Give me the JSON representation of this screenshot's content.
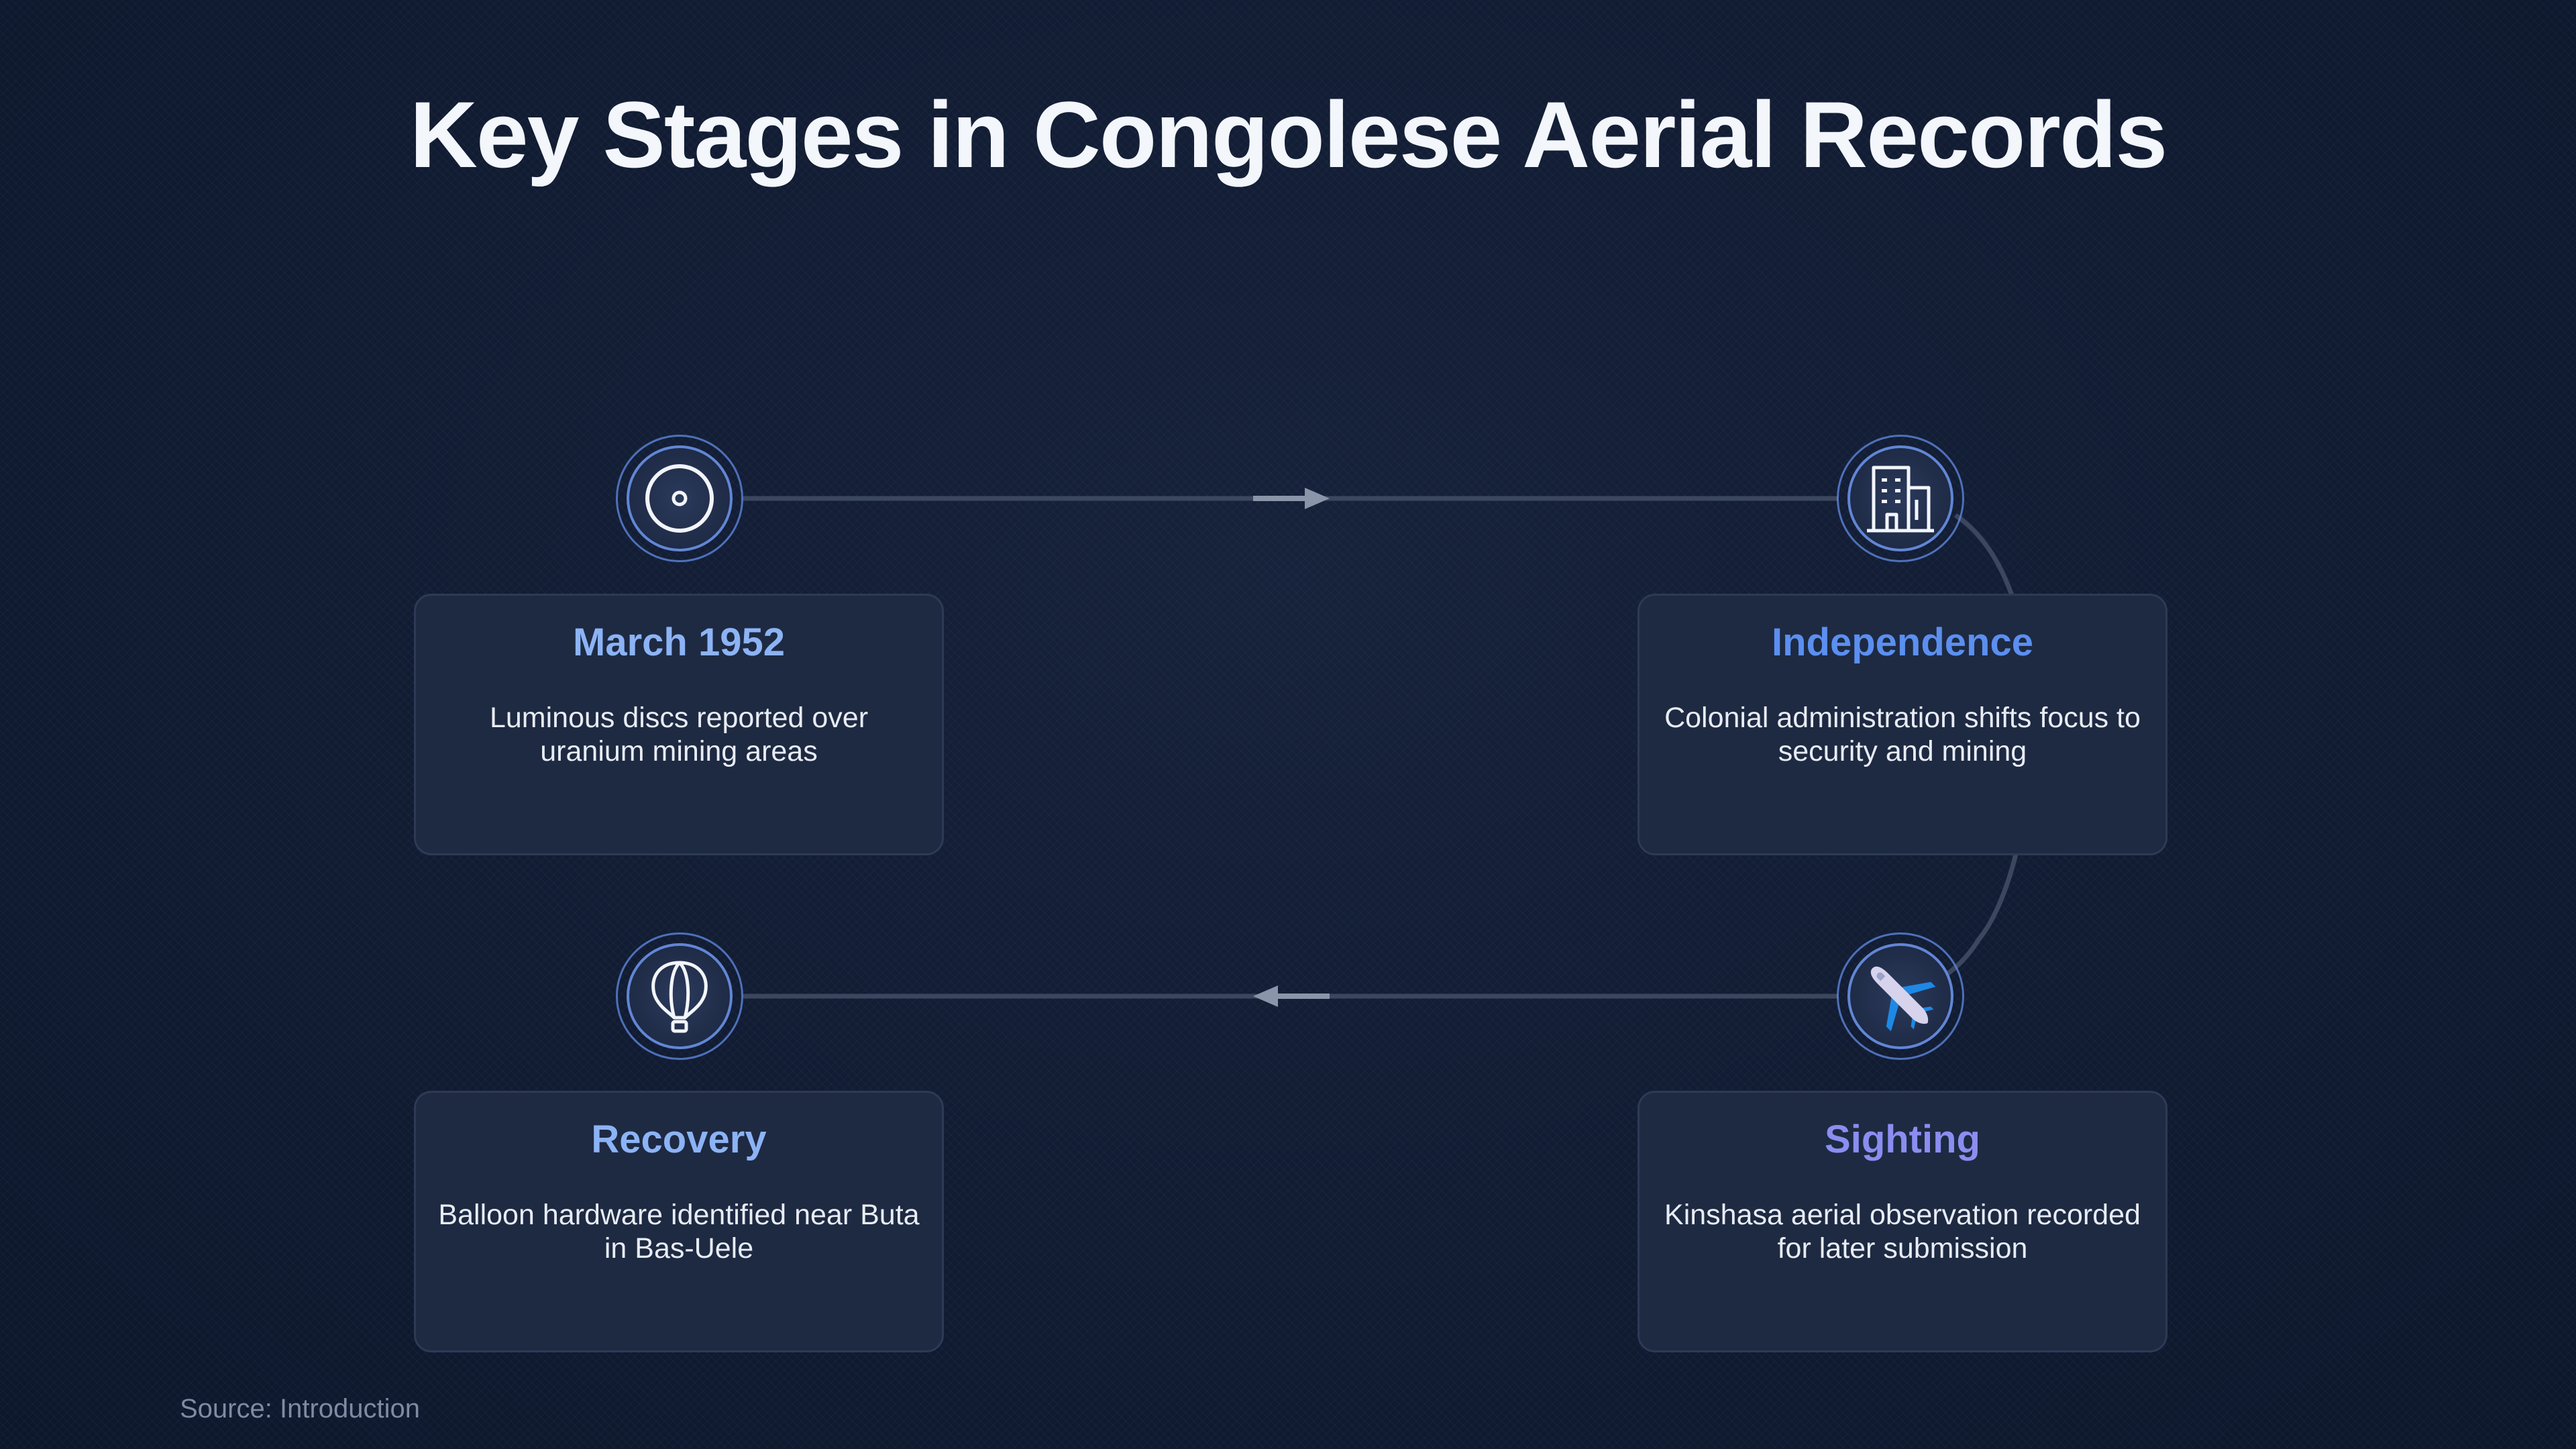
{
  "title": "Key Stages in Congolese Aerial Records",
  "source": "Source: Introduction",
  "colors": {
    "background": "#111c33",
    "card": "#1e2a42",
    "connector": "#3b475f",
    "arrow": "#8a95a9",
    "title_march": "#8cb3f5",
    "title_independence": "#5b8ff0",
    "title_recovery": "#8cb3f5",
    "title_sighting": "#8b8df0"
  },
  "stages": [
    {
      "icon": "disc-icon",
      "title": "March 1952",
      "description": "Luminous discs reported over uranium mining areas"
    },
    {
      "icon": "building-icon",
      "title": "Independence",
      "description": "Colonial administration shifts focus to security and mining"
    },
    {
      "icon": "airplane-icon",
      "title": "Sighting",
      "description": "Kinshasa aerial observation recorded for later submission"
    },
    {
      "icon": "hot-air-balloon-icon",
      "title": "Recovery",
      "description": "Balloon hardware identified near Buta in Bas-Uele"
    }
  ]
}
